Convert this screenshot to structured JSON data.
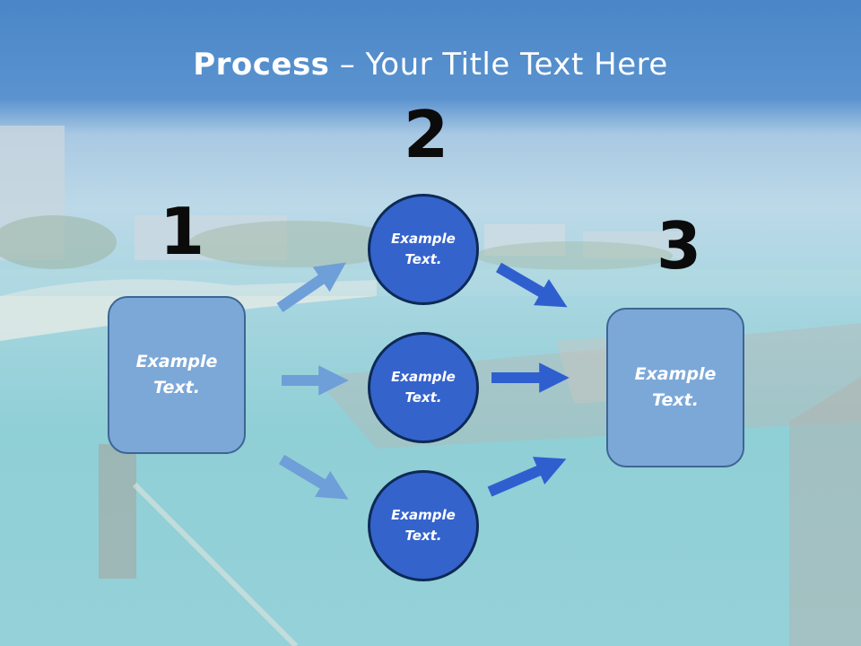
{
  "title": {
    "bold": "Process",
    "rest": " – Your Title Text Here"
  },
  "steps": {
    "one": "1",
    "two": "2",
    "three": "3"
  },
  "boxes": {
    "left": "Example\nText.",
    "right": "Example\nText."
  },
  "circles": {
    "top": "Example\nText.",
    "middle": "Example\nText.",
    "bottom": "Example\nText."
  },
  "colors": {
    "title_band": "#4a86c8",
    "box_fill": "#7ca8d8",
    "circle_fill": "#3563cc",
    "arrow_light": "#6e9fd8",
    "arrow_dark": "#2f5fcf"
  }
}
